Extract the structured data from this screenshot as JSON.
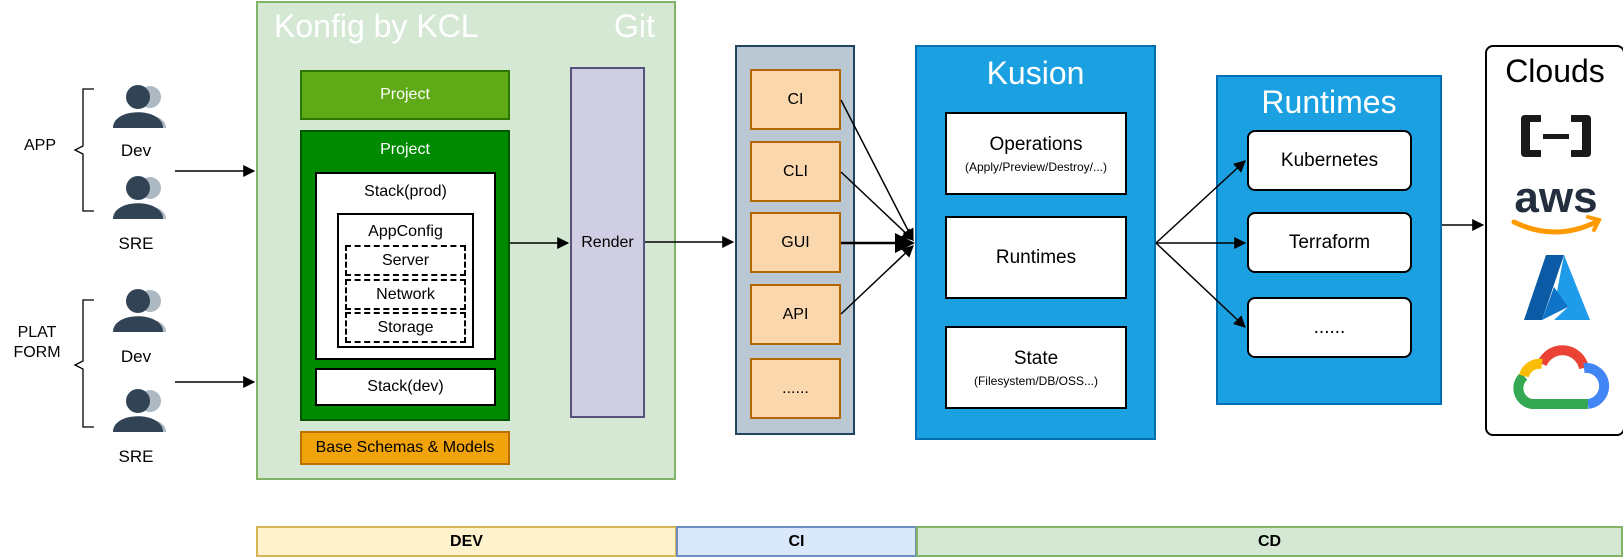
{
  "left_groups": {
    "app_label": "APP",
    "platform_label": "PLAT\nFORM",
    "app_people": [
      "Dev",
      "SRE"
    ],
    "platform_people": [
      "Dev",
      "SRE"
    ]
  },
  "konfig": {
    "title": "Konfig by KCL",
    "repo_label": "Git",
    "project_top": "Project",
    "project_main": "Project",
    "stack_prod": "Stack(prod)",
    "app_config": "AppConfig",
    "components": [
      "Server",
      "Network",
      "Storage"
    ],
    "stack_dev": "Stack(dev)",
    "base": "Base Schemas & Models",
    "render": "Render"
  },
  "ci_items": [
    "CI",
    "CLI",
    "GUI",
    "API",
    "......"
  ],
  "kusion": {
    "title": "Kusion",
    "operations": "Operations",
    "operations_sub": "(Apply/Preview/Destroy/...)",
    "runtimes": "Runtimes",
    "state": "State",
    "state_sub": "(Filesystem/DB/OSS...)"
  },
  "runtimes": {
    "title": "Runtimes",
    "items": [
      "Kubernetes",
      "Terraform",
      "......"
    ]
  },
  "clouds": {
    "title": "Clouds",
    "logos": [
      "alibaba-cloud-logo",
      "aws-logo",
      "azure-logo",
      "google-cloud-logo"
    ],
    "aws_text": "aws"
  },
  "phases": [
    "DEV",
    "CI",
    "CD"
  ],
  "colors": {
    "konfig_bg": "#d5e8d4",
    "project_green": "#60a917",
    "project_dark": "#008a00",
    "base_orange": "#f0a30a",
    "render_purple": "#d0cee2",
    "ci_col": "#bac8d3",
    "ci_item": "#fad7ac",
    "kusion_blue": "#1ba1e2",
    "person": "#314354"
  }
}
